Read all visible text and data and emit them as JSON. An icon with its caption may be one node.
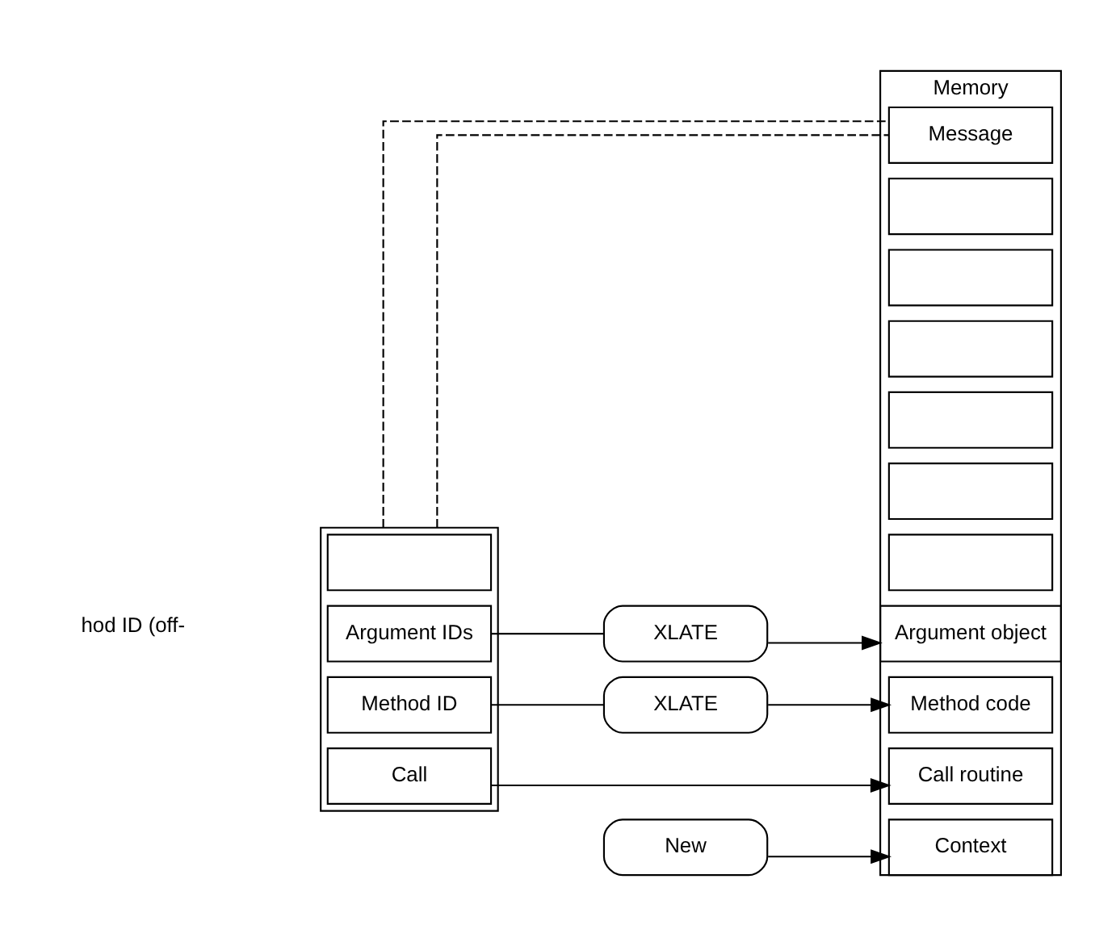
{
  "diagram": {
    "nodes": [
      {
        "text": [
          "Memory"
        ]
      },
      {
        "text": [],
        "shape": "box",
        "in": 0
      },
      {
        "text": [
          "Message"
        ],
        "in": 0
      },
      {
        "text": [],
        "shape": "box",
        "in": 0
      },
      {
        "text": [
          "Call routine"
        ],
        "in": 0
      },
      {
        "text": [],
        "shape": "box",
        "in": 0
      },
      {
        "text": [
          "Method code"
        ],
        "in": 0
      },
      {
        "text": [],
        "shape": "box",
        "in": 0
      },
      {
        "text": [
          "Argument object"
        ],
        "in": 0
      },
      {
        "text": [],
        "shape": "box",
        "in": 0
      },
      {
        "text": [
          "Context"
        ],
        "in": 0
      },
      {
        "text": [],
        "shape": "box",
        "in": 0
      },
      {
        "text": [],
        "shape": "box"
      },
      {
        "text": [],
        "shape": "box",
        "in": 12
      },
      {
        "text": [
          "Argument IDs"
        ],
        "in": 12
      },
      {
        "text": [
          "Method ID"
        ],
        "in": 12
      },
      {
        "text": [
          "Call"
        ],
        "in": 12
      },
      {
        "text": [
          "XLATE"
        ]
      },
      {
        "text": [
          "XLATE"
        ]
      },
      {
        "text": [
          "New"
        ]
      }
    ],
    "edges": [
      {
        "from": 12,
        "to": 2,
        "arrow": "none",
        "style": "dashed"
      },
      {
        "from": 12,
        "to": 2,
        "arrow": "none",
        "style": "dashed"
      },
      {
        "from": 16,
        "to": 4,
        "arrow": "to"
      },
      {
        "from": 15,
        "to": 17,
        "arrow": "none"
      },
      {
        "from": 17,
        "to": 6,
        "arrow": "to"
      },
      {
        "from": 14,
        "to": 18,
        "arrow": "none"
      },
      {
        "from": 18,
        "to": 8,
        "arrow": "to"
      },
      {
        "from": 19,
        "to": 10,
        "arrow": "to"
      }
    ],
    "labels": [
      "hod ID (off-"
    ]
  }
}
